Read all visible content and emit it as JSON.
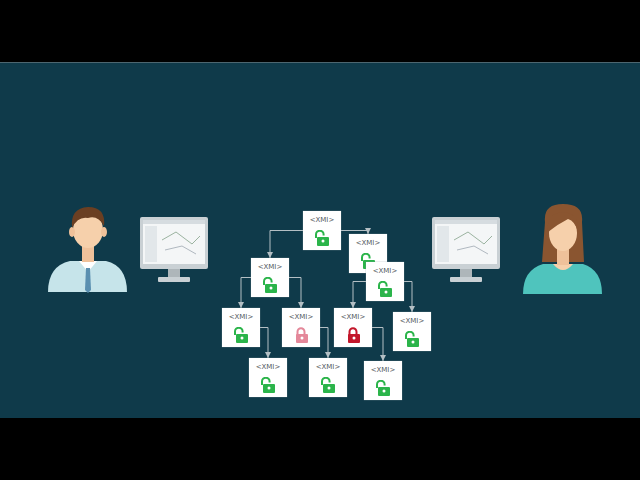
{
  "diagram": {
    "nodes": [
      {
        "text": [
          "<XMI>"
        ]
      },
      {
        "text": [
          "<XMI>"
        ]
      },
      {
        "text": [
          "<XMI>"
        ]
      },
      {
        "text": [
          "<XMI>"
        ]
      },
      {
        "text": [
          "<XMI>"
        ]
      },
      {
        "text": [
          "<XMI>"
        ]
      },
      {
        "text": [
          "<XMI>"
        ]
      },
      {
        "text": [
          "<XMI>"
        ]
      },
      {
        "text": [
          "<XMI>"
        ]
      },
      {
        "text": [
          "<XMI>"
        ]
      },
      {
        "text": [
          "<XMI>"
        ]
      }
    ],
    "edges": [
      {
        "from": 0,
        "to": 1,
        "arrow": "to"
      },
      {
        "from": 0,
        "to": 2,
        "arrow": "to"
      },
      {
        "from": 1,
        "to": 4,
        "arrow": "to"
      },
      {
        "from": 1,
        "to": 5,
        "arrow": "to"
      },
      {
        "from": 3,
        "to": 6,
        "arrow": "to"
      },
      {
        "from": 3,
        "to": 7,
        "arrow": "to"
      },
      {
        "from": 4,
        "to": 8,
        "arrow": "to"
      },
      {
        "from": 5,
        "to": 9,
        "arrow": "to"
      },
      {
        "from": 6,
        "to": 10,
        "arrow": "to"
      }
    ]
  }
}
